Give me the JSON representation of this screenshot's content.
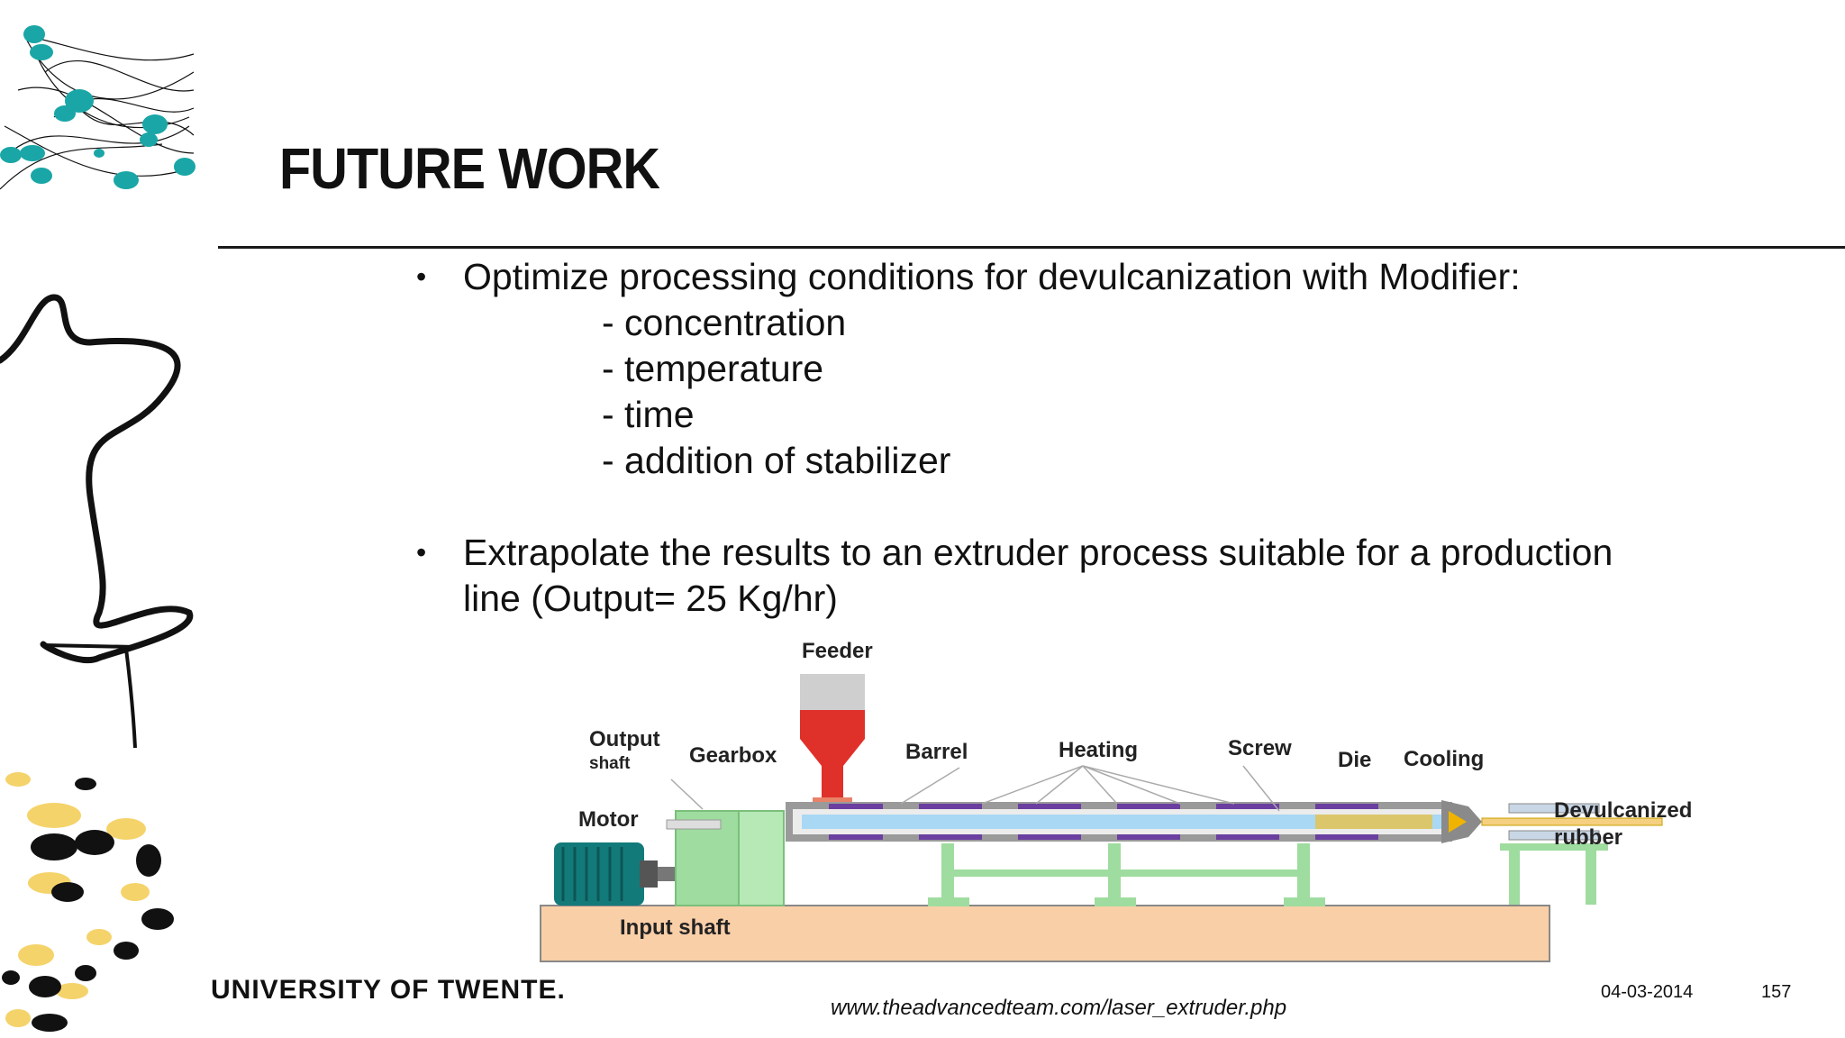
{
  "slide": {
    "title": "FUTURE WORK",
    "bullets": [
      {
        "text": "Optimize processing conditions for devulcanization with Modifier:",
        "subitems": [
          "- concentration",
          "- temperature",
          "- time",
          "- addition of stabilizer"
        ]
      },
      {
        "text_line1": "Extrapolate the results to an extruder process suitable for a production",
        "text_line2": "line (Output= 25 Kg/hr)"
      }
    ]
  },
  "diagram": {
    "labels": {
      "feeder": "Feeder",
      "output": "Output",
      "shaft": "shaft",
      "gearbox": "Gearbox",
      "barrel": "Barrel",
      "heating": "Heating",
      "screw": "Screw",
      "die": "Die",
      "cooling": "Cooling",
      "motor": "Motor",
      "devulcanized": "Devulcanized",
      "rubber": "rubber",
      "input_shaft": "Input shaft"
    }
  },
  "footer": {
    "university": "UNIVERSITY OF TWENTE.",
    "source_url": "www.theadvancedteam.com/laser_extruder.php",
    "date": "04-03-2014",
    "page": "157"
  },
  "colors": {
    "teal": "#1aa6a6",
    "yellow": "#f5d36b",
    "feeder_red": "#e0302a",
    "machine_green": "#9fdc9f",
    "base_peach": "#f9cfa8"
  }
}
